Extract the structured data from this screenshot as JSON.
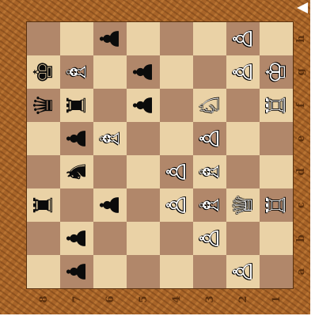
{
  "rank_labels": [
    "h",
    "g",
    "f",
    "e",
    "d",
    "c",
    "b",
    "a"
  ],
  "file_labels": [
    "8",
    "7",
    "6",
    "5",
    "4",
    "3",
    "2",
    "1"
  ],
  "turn_indicator": "white-to-move-arrow-icon",
  "colors": {
    "light_square": "#ead2a6",
    "dark_square": "#b1876a",
    "frame": "#a86428"
  },
  "pieces": [
    {
      "color": "black",
      "type": "pawn",
      "glyph": "♟",
      "square": "6h"
    },
    {
      "color": "white",
      "type": "pawn",
      "glyph": "♙",
      "square": "2h"
    },
    {
      "color": "black",
      "type": "king",
      "glyph": "♚",
      "square": "8g"
    },
    {
      "color": "white",
      "type": "bishop",
      "glyph": "♗",
      "square": "7g"
    },
    {
      "color": "black",
      "type": "pawn",
      "glyph": "♟",
      "square": "5g"
    },
    {
      "color": "white",
      "type": "pawn",
      "glyph": "♙",
      "square": "2g"
    },
    {
      "color": "white",
      "type": "king",
      "glyph": "♔",
      "square": "1g"
    },
    {
      "color": "black",
      "type": "queen",
      "glyph": "♛",
      "square": "8f"
    },
    {
      "color": "black",
      "type": "rook",
      "glyph": "♜",
      "square": "7f"
    },
    {
      "color": "black",
      "type": "pawn",
      "glyph": "♟",
      "square": "5f"
    },
    {
      "color": "white",
      "type": "knight",
      "glyph": "♘",
      "square": "3f"
    },
    {
      "color": "white",
      "type": "rook",
      "glyph": "♖",
      "square": "1f"
    },
    {
      "color": "black",
      "type": "pawn",
      "glyph": "♟",
      "square": "7e"
    },
    {
      "color": "white",
      "type": "bishop",
      "glyph": "♗",
      "square": "6e"
    },
    {
      "color": "white",
      "type": "pawn",
      "glyph": "♙",
      "square": "3e"
    },
    {
      "color": "black",
      "type": "knight",
      "glyph": "♞",
      "square": "7d"
    },
    {
      "color": "white",
      "type": "pawn",
      "glyph": "♙",
      "square": "4d"
    },
    {
      "color": "white",
      "type": "bishop",
      "glyph": "♗",
      "square": "3d"
    },
    {
      "color": "black",
      "type": "rook",
      "glyph": "♜",
      "square": "8c"
    },
    {
      "color": "black",
      "type": "pawn",
      "glyph": "♟",
      "square": "6c"
    },
    {
      "color": "white",
      "type": "pawn",
      "glyph": "♙",
      "square": "4c"
    },
    {
      "color": "white",
      "type": "bishop",
      "glyph": "♗",
      "square": "3c"
    },
    {
      "color": "white",
      "type": "queen",
      "glyph": "♕",
      "square": "2c"
    },
    {
      "color": "white",
      "type": "rook",
      "glyph": "♖",
      "square": "1c"
    },
    {
      "color": "black",
      "type": "pawn",
      "glyph": "♟",
      "square": "7b"
    },
    {
      "color": "white",
      "type": "pawn",
      "glyph": "♙",
      "square": "3b"
    },
    {
      "color": "black",
      "type": "pawn",
      "glyph": "♟",
      "square": "7a"
    },
    {
      "color": "white",
      "type": "pawn",
      "glyph": "♙",
      "square": "2a"
    }
  ]
}
